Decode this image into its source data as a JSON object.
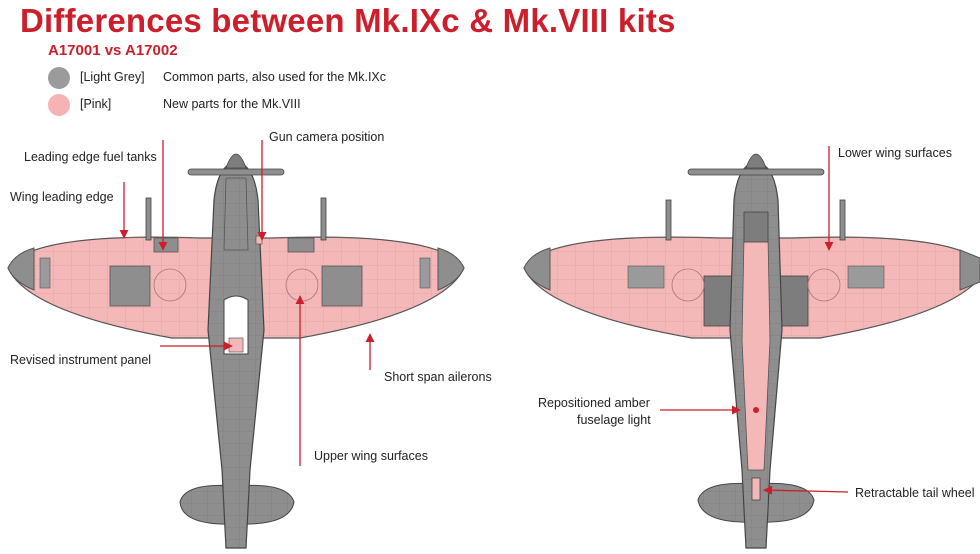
{
  "header": {
    "title": "Differences between Mk.IXc & Mk.VIII kits",
    "subtitle": "A17001 vs A17002"
  },
  "legend": [
    {
      "tag": "[Light Grey]",
      "desc": "Common parts, also used for the Mk.IXc",
      "color": "#9b9b9b"
    },
    {
      "tag": "[Pink]",
      "desc": "New parts for the Mk.VIII",
      "color": "#f5b3b3"
    }
  ],
  "colors": {
    "accent": "#cc1f2b",
    "grey": "#9b9b9b",
    "pink": "#f5b8b8",
    "dark_grey": "#5a5a5a"
  },
  "callouts": {
    "leading_edge_fuel_tanks": "Leading edge fuel tanks",
    "wing_leading_edge": "Wing leading edge",
    "gun_camera_position": "Gun camera position",
    "revised_instrument_panel": "Revised instrument panel",
    "short_span_ailerons": "Short span ailerons",
    "upper_wing_surfaces": "Upper wing surfaces",
    "lower_wing_surfaces": "Lower wing surfaces",
    "repositioned_amber_line1": "Repositioned amber",
    "repositioned_amber_line2": "fuselage light",
    "retractable_tail_wheel": "Retractable tail wheel"
  }
}
